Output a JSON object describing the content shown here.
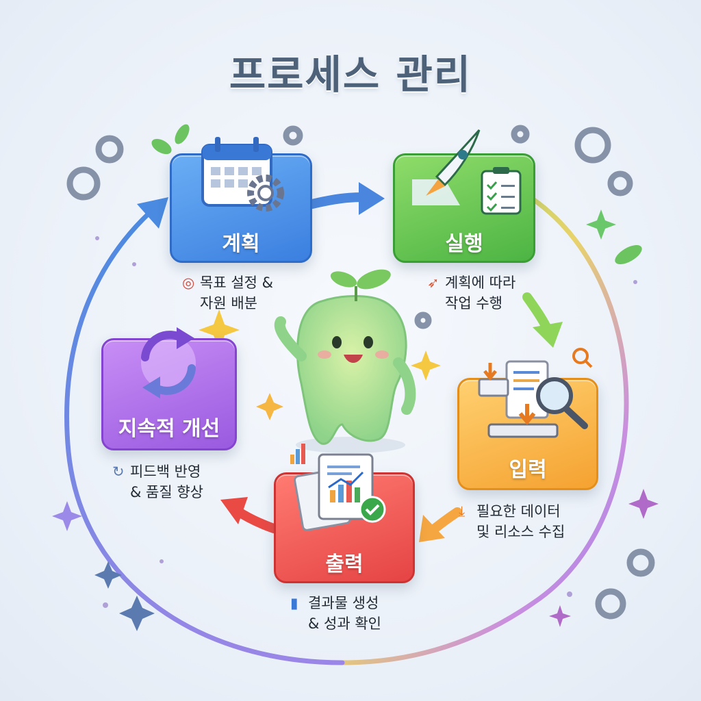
{
  "title": "프로세스 관리",
  "steps": {
    "plan": {
      "label": "계획",
      "desc_line1": "목표 설정 &",
      "desc_line2": "자원 배분",
      "icon": "target-icon"
    },
    "exec": {
      "label": "실행",
      "desc_line1": "계획에 따라",
      "desc_line2": "작업 수행",
      "icon": "rocket-icon"
    },
    "input": {
      "label": "입력",
      "desc_line1": "필요한 데이터",
      "desc_line2": "및 리소스 수집",
      "icon": "download-tray-icon"
    },
    "output": {
      "label": "출력",
      "desc_line1": "결과물 생성",
      "desc_line2": "& 성과 확인",
      "icon": "bar-chart-icon"
    },
    "improve": {
      "label": "지속적 개선",
      "desc_line1": "피드백 반영",
      "desc_line2": "& 품질 향상",
      "icon": "refresh-icon"
    }
  },
  "colors": {
    "plan": "#3b7fe0",
    "exec": "#4cb443",
    "input": "#f5a230",
    "output": "#e54444",
    "improve": "#9a5ae0",
    "title": "#4d6178"
  }
}
